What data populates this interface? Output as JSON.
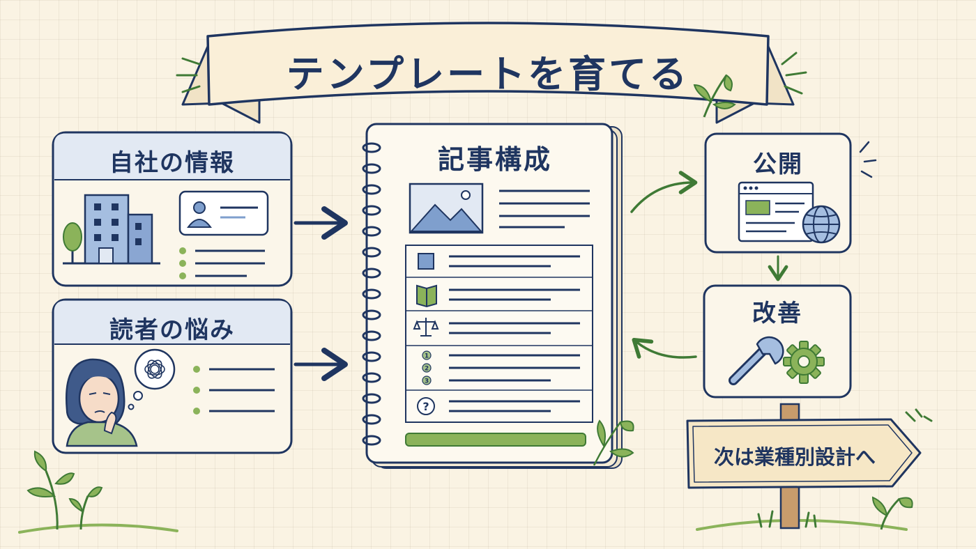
{
  "title": "テンプレートを育てる",
  "inputs": {
    "company_info": "自社の情報",
    "reader_worries": "読者の悩み"
  },
  "notebook": {
    "title": "記事構成"
  },
  "flow": {
    "publish": "公開",
    "improve": "改善"
  },
  "signpost": "次は業種別設計へ",
  "numbers": [
    "1",
    "2",
    "3"
  ],
  "question_mark": "?",
  "colors": {
    "navy": "#1f3560",
    "paper": "#faf3e3",
    "accent_blue": "#7f9fcd",
    "accent_green": "#8bb35a",
    "leaf_green": "#4f8a3a"
  }
}
